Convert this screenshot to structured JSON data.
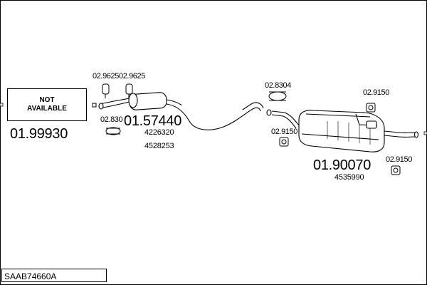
{
  "not_available_label": "NOT\nAVAILABLE",
  "references": {
    "front_section": "01.99930",
    "middle_section": "01.57440",
    "rear_section": "01.90070"
  },
  "oem_numbers": {
    "middle_1": "4226320",
    "middle_2": "4528253",
    "rear": "4535990"
  },
  "fittings": {
    "hanger_a": "02.9625",
    "hanger_b": "02.9625",
    "clamp_front": "02.830",
    "clamp_mid": "02.8304",
    "rubber_rear_top": "02.9150",
    "rubber_rear_mid": "02.9150",
    "rubber_rear_low": "02.9150"
  },
  "vehicle_code": "SAAB74660A"
}
